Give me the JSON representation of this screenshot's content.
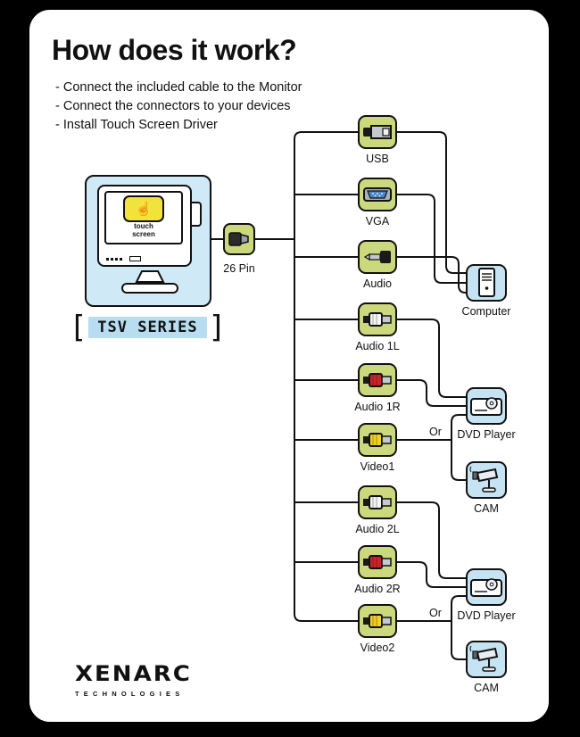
{
  "title": "How does it work?",
  "instructions": [
    "- Connect the included cable to the Monitor",
    "- Connect the connectors to your devices",
    "- Install Touch Screen Driver"
  ],
  "monitor": {
    "screen_label_line1": "touch",
    "screen_label_line2": "screen",
    "bracket_left": "[",
    "bracket_right": "]",
    "series_label": "TSV SERIES"
  },
  "cable": {
    "label": "26 Pin"
  },
  "connectors": [
    {
      "id": "usb",
      "label": "USB"
    },
    {
      "id": "vga",
      "label": "VGA"
    },
    {
      "id": "audio",
      "label": "Audio"
    },
    {
      "id": "audio-1l",
      "label": "Audio 1L"
    },
    {
      "id": "audio-1r",
      "label": "Audio 1R"
    },
    {
      "id": "video-1",
      "label": "Video1"
    },
    {
      "id": "audio-2l",
      "label": "Audio 2L"
    },
    {
      "id": "audio-2r",
      "label": "Audio 2R"
    },
    {
      "id": "video-2",
      "label": "Video2"
    }
  ],
  "devices": [
    {
      "id": "computer",
      "label": "Computer"
    },
    {
      "id": "dvd-player-1",
      "label": "DVD Player"
    },
    {
      "id": "cam-1",
      "label": "CAM"
    },
    {
      "id": "dvd-player-2",
      "label": "DVD Player"
    },
    {
      "id": "cam-2",
      "label": "CAM"
    }
  ],
  "or_labels": [
    "Or",
    "Or"
  ],
  "brand": {
    "name": "XENARC",
    "subtitle": "TECHNOLOGIES"
  },
  "icons": {
    "touch_hand_glyph": "☝"
  },
  "colors": {
    "connector_fill": "#ccd87c",
    "device_fill": "#c5e3f2",
    "monitor_panel": "#cfe9f7",
    "screen_yellow": "#f2e23c",
    "series_bg": "#b8ddf0",
    "rca_red": "#cc2229",
    "rca_yellow": "#f0d020",
    "rca_white": "#f5f5f5",
    "vga_blue": "#4a86c8",
    "line_color": "#111111"
  }
}
